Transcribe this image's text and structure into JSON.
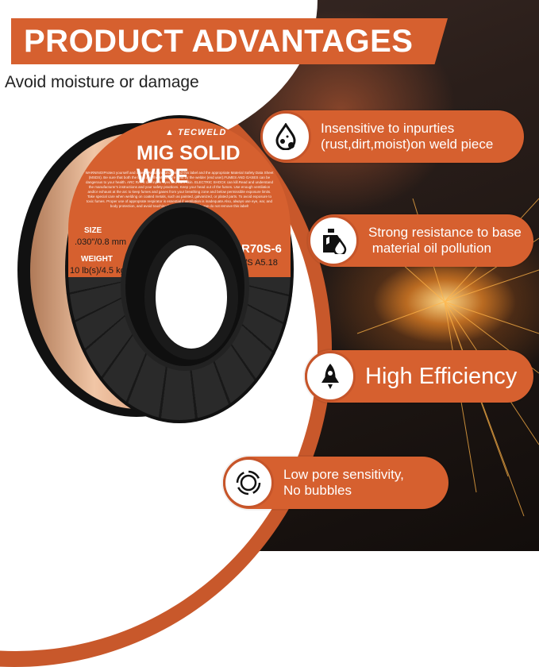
{
  "header": {
    "title": "PRODUCT ADVANTAGES",
    "subtitle": "Avoid moisture or damage"
  },
  "product": {
    "brand": "TECWELD",
    "name": "MIG SOLID WIRE",
    "warning_text": "WARNING!Protect yourself and others. Read and understand this label and the appropriate Material Safety Data Sheet (MSDS). Be sure that both the label and the MSDS are read by the welder (end user).FUMES AND GASES can be dangerous to your health. ARC RAYS can injure eyes and burn skin. ELECTRIC SHOCK can kill.Read and understand the manufacturer's instructions and your safety practices. Keep your head out of the fumes. Use enough ventilation and/or exhaust at the arc to keep fumes and gases from your breathing zone and below permissible exposure limits. Take special care when welding on coated metals, such as painted, galvanized, or plated parts. To avoid exposure to toxic fumes. Proper use of approprate respirator is essential if ventilation is inadequate.Also, always use eye, ear, and body protection, and avoid touching live electrical parts.Please do not remove this label!",
    "size_label": "SIZE",
    "size_value": ".030\"/0.8 mm",
    "weight_label": "WEIGHT",
    "weight_value": "10 lb(s)/4.5 kg",
    "grade": "ER70S-6",
    "standard": "AWS A5.18"
  },
  "features": [
    {
      "icon": "droplet-impurities-icon",
      "text_line1": "Insensitive to inpurties",
      "text_line2": "(rust,dirt,moist)on weld piece"
    },
    {
      "icon": "oil-can-icon",
      "text_line1": "Strong resistance to base",
      "text_line2": " material oil pollution"
    },
    {
      "icon": "rocket-icon",
      "text_line1": "High Efficiency"
    },
    {
      "icon": "bubble-rings-icon",
      "text_line1": "Low pore sensitivity,",
      "text_line2": "No bubbles"
    }
  ],
  "colors": {
    "accent_orange": "#d6602f",
    "dark_background": "#1c1512",
    "text_dark": "#222222",
    "text_light": "#ffffff"
  }
}
